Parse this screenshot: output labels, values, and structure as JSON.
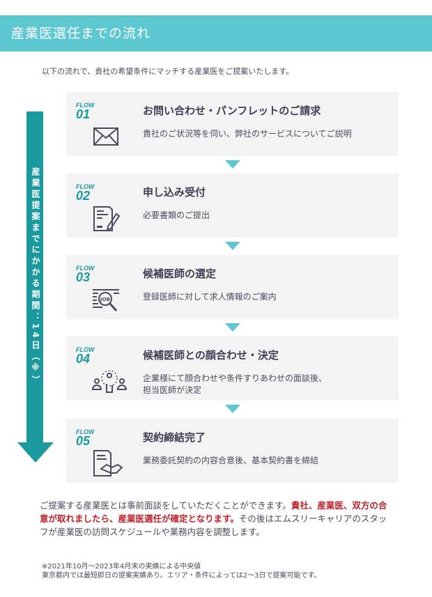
{
  "header": {
    "title": "産業医選任までの流れ"
  },
  "intro": "以下の流れで、貴社の希望条件にマッチする産業医をご提案いたします。",
  "timeline": {
    "label": "産業医提案までにかかる期間：14日（※）"
  },
  "flow_label": "FLOW",
  "steps": [
    {
      "num": "01",
      "title": "お問い合わせ・パンフレットのご請求",
      "desc": "貴社のご状況等を伺い、弊社のサービスについてご説明",
      "icon": "envelope-icon"
    },
    {
      "num": "02",
      "title": "申し込み受付",
      "desc": "必要書類のご提出",
      "icon": "document-pen-icon"
    },
    {
      "num": "03",
      "title": "候補医師の選定",
      "desc": "登録医師に対して求人情報のご案内",
      "icon": "job-search-icon"
    },
    {
      "num": "04",
      "title": "候補医師との顔合わせ・決定",
      "desc": "企業様にて顔合わせや条件すりあわせの面談後、\n担当医師が決定",
      "icon": "people-select-icon"
    },
    {
      "num": "05",
      "title": "契約締結完了",
      "desc": "業務委託契約の内容合意後、基本契約書を締結",
      "icon": "contract-handshake-icon"
    }
  ],
  "note": {
    "part1": "ご提案する産業医とは事前面談をしていただくことができます。",
    "highlight": "貴社、産業医、双方の合意が取れましたら、産業医選任が確定となります。",
    "part2": "その後はエムスリーキャリアのスタッフが産業医の訪問スケジュールや業務内容を調整します。"
  },
  "footnotes": [
    "※2021年10月～2023年4月末の実績による中央値",
    "東京都内では最短即日の提案実績あり。エリア・条件によっては2～3日で提案可能です。"
  ],
  "colors": {
    "header": "#5ec8d2",
    "accent": "#1a9a9e",
    "highlight": "#c0202a"
  }
}
